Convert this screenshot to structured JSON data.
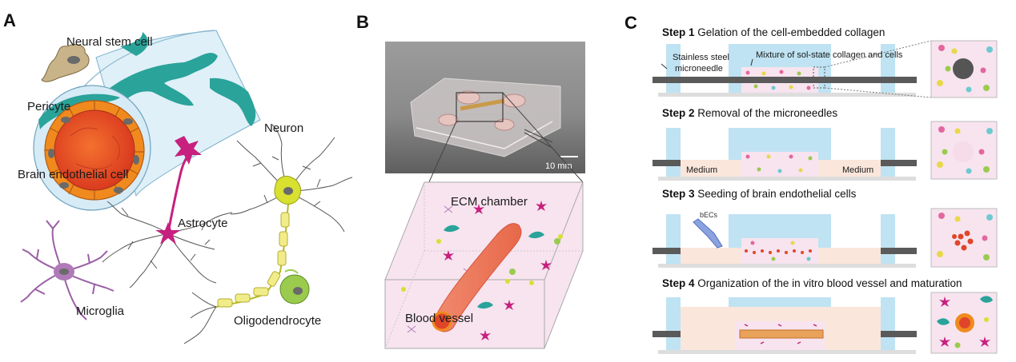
{
  "panels": {
    "a": {
      "letter": "A",
      "labels": {
        "neural_stem_cell": "Neural stem cell",
        "pericyte": "Pericyte",
        "neuron": "Neuron",
        "brain_endothelial_cell": "Brain endothelial cell",
        "astrocyte": "Astrocyte",
        "microglia": "Microglia",
        "oligodendrocyte": "Oligodendrocyte"
      }
    },
    "b": {
      "letter": "B",
      "scale_bar": "10 mm",
      "labels": {
        "ecm_chamber": "ECM chamber",
        "blood_vessel": "Blood vessel"
      }
    },
    "c": {
      "letter": "C",
      "steps": [
        {
          "num": "Step 1",
          "title": "Gelation of the cell-embedded collagen"
        },
        {
          "num": "Step 2",
          "title": "Removal of the microneedles"
        },
        {
          "num": "Step 3",
          "title": "Seeding of brain endothelial cells"
        },
        {
          "num": "Step 4",
          "title": "Organization of the in vitro blood vessel and maturation"
        }
      ],
      "labels": {
        "needle_line1": "Stainless steel",
        "needle_line2": "microneedle",
        "mixture": "Mixture of sol-state collagen and cells",
        "medium_left": "Medium",
        "medium_right": "Medium",
        "becs": "bECs"
      }
    }
  },
  "colors": {
    "endothelial_orange": "#f08a1e",
    "lumen_red": "#e0452a",
    "pericyte_teal": "#2aa39a",
    "astrocyte_magenta": "#c7207e",
    "neuron_yellow": "#d8e030",
    "oligo_green": "#9acb4e",
    "microglia_purple": "#b07ab8",
    "stem_cell_tan": "#c9b48a",
    "chamber_pink": "#f7e4ef",
    "chip_blue": "#bfe3f2",
    "needle_gray": "#5a5a5a"
  }
}
